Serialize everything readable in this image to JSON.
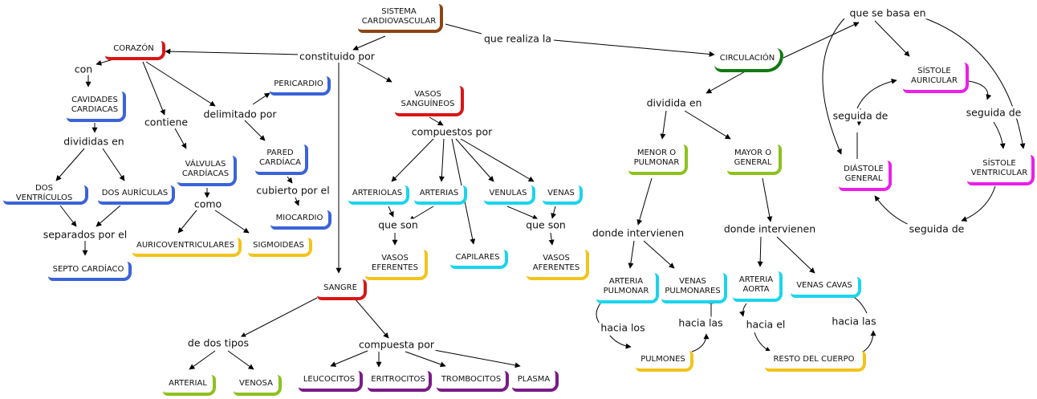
{
  "colors": {
    "red": "#d81616",
    "blue": "#3a63d9",
    "yellow": "#f2c31b",
    "cyan": "#1bd4ec",
    "green": "#8cc21e",
    "purple": "#7a1b86",
    "magenta": "#ea1fe8",
    "brown": "#8b4513",
    "dark_green": "#0f7a12",
    "line": "#000000"
  },
  "nodes": {
    "sistema": "SISTEMA CARDIOVASCULAR",
    "corazon": "CORAZÓN",
    "cavidades": "CAVIDADES CARDIACAS",
    "dos_ventriculos": "DOS VENTRÍCULOS",
    "dos_auriculas": "DOS AURÍCULAS",
    "septo": "SEPTO CARDÍACO",
    "valvulas": "VÁLVULAS CARDÍACAS",
    "auriculoventriculares": "AURICOVENTRICULARES",
    "sigmoideas": "SIGMOIDEAS",
    "pericardio": "PERICARDIO",
    "pared": "PARED CARDÍACA",
    "miocardio": "MIOCARDIO",
    "vasos": "VASOS SANGUÍNEOS",
    "arteriolas": "ARTERIOLAS",
    "arterias": "ARTERIAS",
    "venulas": "VENULAS",
    "venas": "VENAS",
    "vasos_eferentes": "VASOS EFERENTES",
    "capilares": "CAPILARES",
    "vasos_aferentes": "VASOS AFERENTES",
    "sangre": "SANGRE",
    "arterial": "ARTERIAL",
    "venosa": "VENOSA",
    "leucocitos": "LEUCOCITOS",
    "eritrocitos": "ERITROCITOS",
    "trombocitos": "TROMBOCITOS",
    "plasma": "PLASMA",
    "circulacion": "CIRCULACIÓN",
    "menor": "MENOR O PULMONAR",
    "mayor": "MAYOR O GENERAL",
    "arteria_pulmonar": "ARTERIA PULMONAR",
    "venas_pulmonares": "VENAS PULMONARES",
    "arteria_aorta": "ARTERIA AORTA",
    "venas_cavas": "VENAS CAVAS",
    "pulmones": "PULMONES",
    "resto": "RESTO DEL CUERPO",
    "sistole_auricular": "SÍSTOLE AURICULAR",
    "sistole_ventricular": "SÍSTOLE VENTRICULAR",
    "diastole": "DIÁSTOLE GENERAL"
  },
  "phrases": {
    "constituido": "constituido por",
    "realiza": "que realiza la",
    "con": "con",
    "divididas": "divididas en",
    "separados": "separados por el",
    "contiene": "contiene",
    "como": "como",
    "delimitado": "delimitado por",
    "cubierto": "cubierto por el",
    "compuestos": "compuestos por",
    "que_son_1": "que son",
    "que_son_2": "que son",
    "de_dos_tipos": "de dos tipos",
    "compuesta": "compuesta por",
    "dividida": "dividida en",
    "donde_1": "donde intervienen",
    "donde_2": "donde intervienen",
    "hacia_los": "hacia los",
    "hacia_las_1": "hacia las",
    "hacia_el": "hacia el",
    "hacia_las_2": "hacia las",
    "se_basa": "que se basa en",
    "seguida_1": "seguida de",
    "seguida_2": "seguida de",
    "seguida_3": "seguida de"
  }
}
